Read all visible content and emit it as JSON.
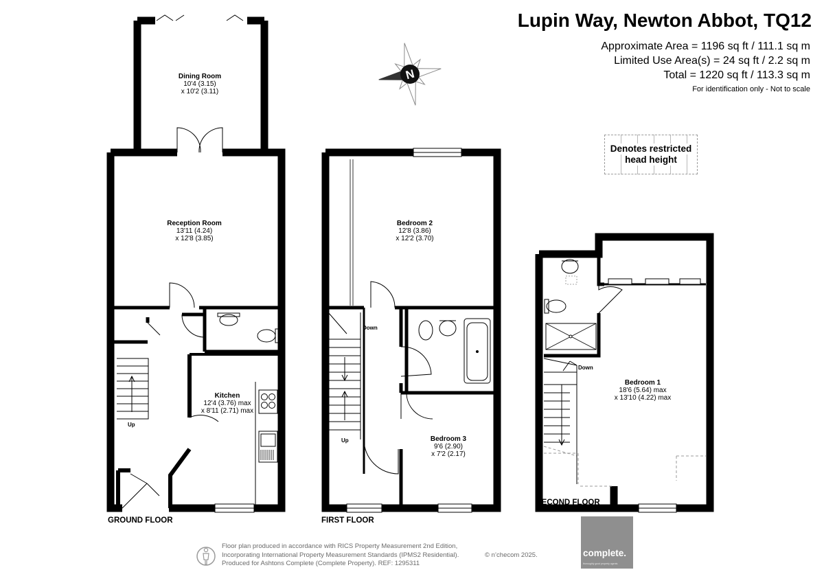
{
  "header": {
    "title": "Lupin Way, Newton Abbot, TQ12",
    "area_lines": [
      "Approximate Area = 1196 sq ft / 111.1 sq m",
      "Limited Use Area(s) = 24 sq ft / 2.2 sq m",
      "Total = 1220 sq ft / 113.3 sq m"
    ],
    "note": "For identification only - Not to scale"
  },
  "compass": {
    "letter": "N"
  },
  "legend": {
    "line1": "Denotes restricted",
    "line2": "head height"
  },
  "floors": {
    "ground": {
      "label": "GROUND FLOOR",
      "rooms": {
        "dining": {
          "name": "Dining Room",
          "dim1": "10'4 (3.15)",
          "dim2": "x 10'2 (3.11)"
        },
        "reception": {
          "name": "Reception Room",
          "dim1": "13'11 (4.24)",
          "dim2": "x 12'8 (3.85)"
        },
        "kitchen": {
          "name": "Kitchen",
          "dim1": "12'4 (3.76) max",
          "dim2": "x 8'11 (2.71) max"
        }
      },
      "stairs_label": "Up"
    },
    "first": {
      "label": "FIRST FLOOR",
      "rooms": {
        "bedroom2": {
          "name": "Bedroom 2",
          "dim1": "12'8 (3.86)",
          "dim2": "x 12'2 (3.70)"
        },
        "bedroom3": {
          "name": "Bedroom 3",
          "dim1": "9'6 (2.90)",
          "dim2": "x 7'2 (2.17)"
        }
      },
      "stairs_down": "Down",
      "stairs_up": "Up"
    },
    "second": {
      "label": "SECOND FLOOR",
      "rooms": {
        "bedroom1": {
          "name": "Bedroom 1",
          "dim1": "18'6 (5.64) max",
          "dim2": "x 13'10 (4.22) max"
        }
      },
      "stairs_down": "Down"
    }
  },
  "footer": {
    "lines": [
      "Floor plan produced in accordance with RICS Property Measurement 2nd Edition,",
      "Incorporating International Property Measurement Standards (IPMS2 Residential).",
      "Produced for Ashtons Complete (Complete Property).   REF:  1295311"
    ],
    "copyright": "© n’checom 2025.",
    "brand_name": "complete.",
    "brand_tagline": "thoroughly good property agents"
  },
  "colors": {
    "wall": "#000000",
    "compass_grey": "#8a8a8a",
    "brand_bg": "#8f8f8f",
    "dashed": "#9a9a9a"
  }
}
